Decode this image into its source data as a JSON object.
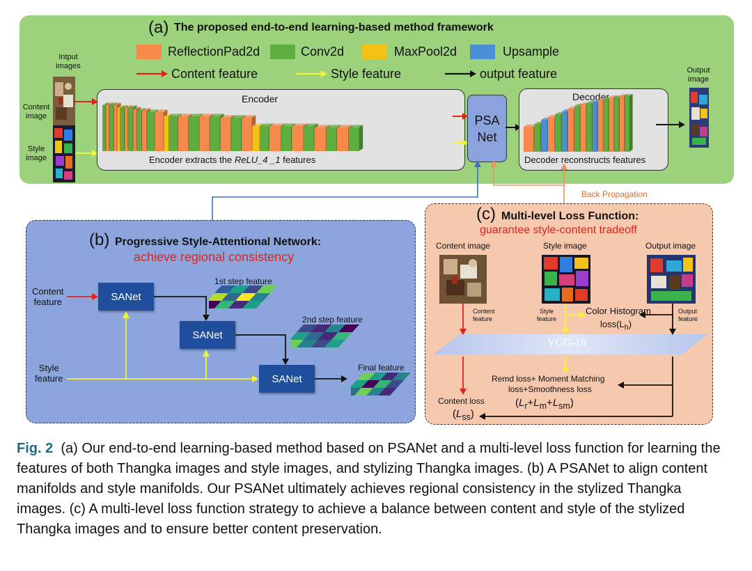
{
  "panel_a": {
    "title_prefix": "(a)",
    "title": "The proposed end-to-end learning-based method framework",
    "legend_layers": [
      {
        "label": "ReflectionPad2d",
        "color": "#f58a4b"
      },
      {
        "label": "Conv2d",
        "color": "#5eae3f"
      },
      {
        "label": "MaxPool2d",
        "color": "#f4c215"
      },
      {
        "label": "Upsample",
        "color": "#4a8fd6"
      }
    ],
    "legend_arrows": [
      {
        "label": "Content feature",
        "color": "#e0231a"
      },
      {
        "label": "Style feature",
        "color": "#f2f23a"
      },
      {
        "label": "output feature",
        "color": "#111111"
      }
    ],
    "input_images_label": "Intput\nimages",
    "content_image_label": "Content\nimage",
    "style_image_label": "Style\nimage",
    "encoder_title": "Encoder",
    "encoder_caption_prefix": "Encoder extracts the ",
    "encoder_caption_italic": "ReLU_4 _1",
    "encoder_caption_suffix": " features",
    "psa_label": "PSA\nNet",
    "decoder_title": "Decoder",
    "decoder_caption": "Decoder reconstructs features",
    "output_image_label": "Output\nimage",
    "back_propagation": "Back Propagation"
  },
  "panel_b": {
    "title_prefix": "(b)",
    "title": "Progressive Style-Attentional Network:",
    "subtitle": "achieve regional consistency",
    "content_feature": "Content\nfeature",
    "style_feature": "Style\nfeature",
    "sanet_label": "SANet",
    "step1": "1st step feature",
    "step2": "2nd step feature",
    "final": "Final feature"
  },
  "panel_c": {
    "title_prefix": "(c)",
    "title": "Multi-level Loss Function:",
    "subtitle": "guarantee style-content tradeoff",
    "content_image": "Content image",
    "style_image": "Style image",
    "output_image": "Output image",
    "content_feature": "Content\nfeature",
    "style_feature": "Style\nfeature",
    "output_feature": "Output\nfeature",
    "color_histogram": "Color Histogram",
    "hist_loss": "loss(L",
    "hist_sub": "h",
    "vgg": "VGG-19",
    "remd_line1": "Remd loss+ Moment Matching",
    "remd_line2": "loss+Smoothness loss",
    "remd_formula": "(L_r + L_m + L_sm)",
    "content_loss": "Content loss",
    "content_loss_formula": "(L_ss)"
  },
  "caption": {
    "fig_label": "Fig. 2",
    "text": "(a) Our end-to-end learning-based method based on PSANet and a multi-level loss function for learning the features of both Thangka images and style images, and stylizing Thangka images. (b) A PSANet to align content manifolds and style manifolds. Our PSANet ultimately achieves regional consistency in the stylized Thangka images. (c) A multi-level loss function strategy to achieve a balance between content and style of the stylized Thangka images and to ensure better content preservation."
  }
}
